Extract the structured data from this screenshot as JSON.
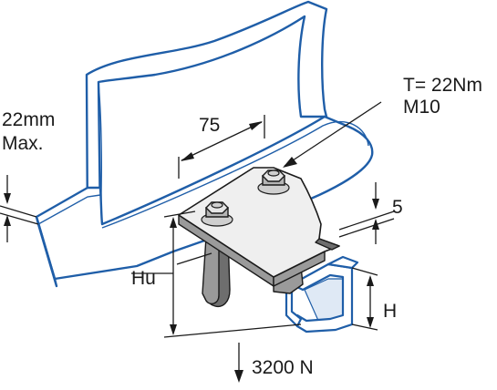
{
  "labels": {
    "torque": "T= 22Nm",
    "bolt": "M10",
    "width": "75",
    "flange_max_line1": "22mm",
    "flange_max_line2": "Max.",
    "thickness": "5",
    "hu": "Hu",
    "h": "H",
    "load": "3200 N"
  },
  "colors": {
    "beam_outline": "#1f5ea8",
    "dimension_lines": "#1a1a1a",
    "clamp_fill": "#efefef",
    "clamp_shadow": "#9a9a9a"
  }
}
